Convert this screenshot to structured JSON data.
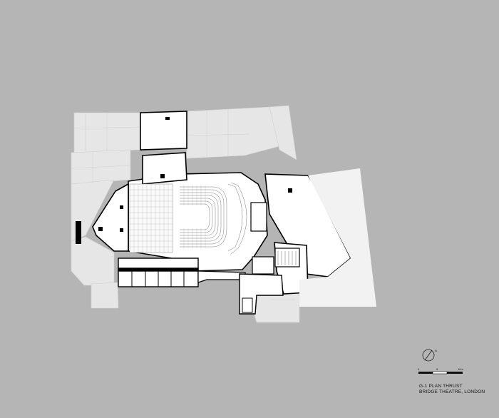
{
  "caption": {
    "line1": "G-1  PLAN  THRUST",
    "line2": "BRIDGE THEATRE, LONDON"
  },
  "scale_bar": {
    "labels": [
      "0",
      "5",
      "10m"
    ]
  },
  "north_arrow": {
    "label": "N"
  },
  "colors": {
    "background": "#b5b5b5",
    "context_buildings": "#e8e8e8",
    "building_floor": "#ffffff",
    "walls": "#000000"
  }
}
